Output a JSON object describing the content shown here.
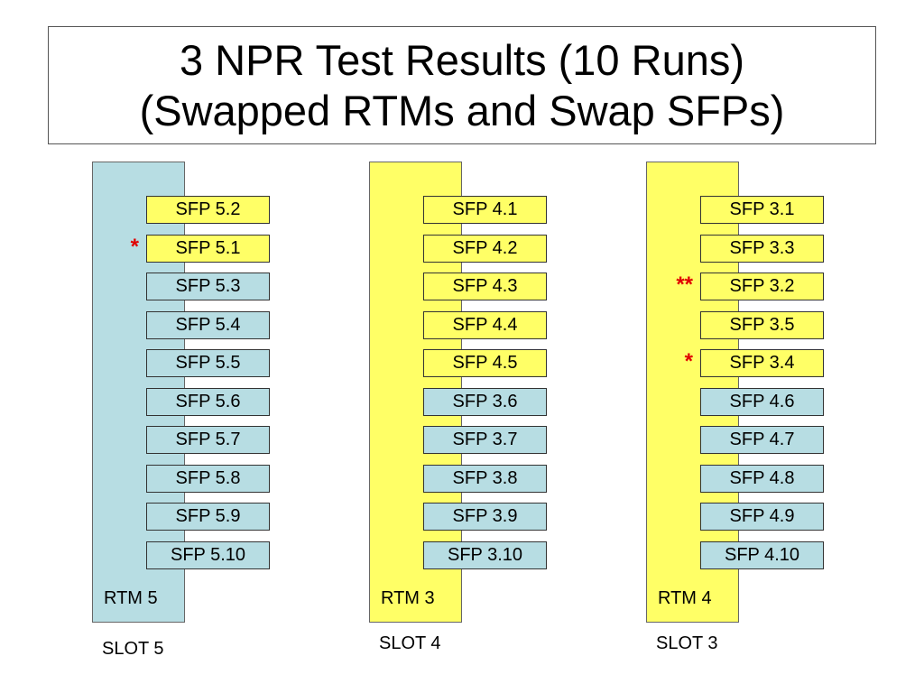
{
  "title": {
    "line1": "3 NPR Test Results (10 Runs)",
    "line2": "(Swapped RTMs and Swap SFPs)"
  },
  "colors": {
    "blue": "#b7dde3",
    "yellow": "#ffff66"
  },
  "modules": [
    {
      "rtm_label": "RTM 5",
      "rtm_color": "blue",
      "slot_label": "SLOT 5",
      "sfps": [
        {
          "label": "SFP 5.2",
          "color": "yellow",
          "mark": ""
        },
        {
          "label": "SFP 5.1",
          "color": "yellow",
          "mark": "*"
        },
        {
          "label": "SFP 5.3",
          "color": "blue",
          "mark": ""
        },
        {
          "label": "SFP 5.4",
          "color": "blue",
          "mark": ""
        },
        {
          "label": "SFP 5.5",
          "color": "blue",
          "mark": ""
        },
        {
          "label": "SFP 5.6",
          "color": "blue",
          "mark": ""
        },
        {
          "label": "SFP 5.7",
          "color": "blue",
          "mark": ""
        },
        {
          "label": "SFP 5.8",
          "color": "blue",
          "mark": ""
        },
        {
          "label": "SFP 5.9",
          "color": "blue",
          "mark": ""
        },
        {
          "label": "SFP 5.10",
          "color": "blue",
          "mark": ""
        }
      ]
    },
    {
      "rtm_label": "RTM 3",
      "rtm_color": "yellow",
      "slot_label": "SLOT 4",
      "sfps": [
        {
          "label": "SFP 4.1",
          "color": "yellow",
          "mark": ""
        },
        {
          "label": "SFP 4.2",
          "color": "yellow",
          "mark": ""
        },
        {
          "label": "SFP 4.3",
          "color": "yellow",
          "mark": ""
        },
        {
          "label": "SFP 4.4",
          "color": "yellow",
          "mark": ""
        },
        {
          "label": "SFP 4.5",
          "color": "yellow",
          "mark": ""
        },
        {
          "label": "SFP 3.6",
          "color": "blue",
          "mark": ""
        },
        {
          "label": "SFP 3.7",
          "color": "blue",
          "mark": ""
        },
        {
          "label": "SFP 3.8",
          "color": "blue",
          "mark": ""
        },
        {
          "label": "SFP 3.9",
          "color": "blue",
          "mark": ""
        },
        {
          "label": "SFP 3.10",
          "color": "blue",
          "mark": ""
        }
      ]
    },
    {
      "rtm_label": "RTM 4",
      "rtm_color": "yellow",
      "slot_label": "SLOT 3",
      "sfps": [
        {
          "label": "SFP 3.1",
          "color": "yellow",
          "mark": ""
        },
        {
          "label": "SFP 3.3",
          "color": "yellow",
          "mark": ""
        },
        {
          "label": "SFP 3.2",
          "color": "yellow",
          "mark": "**"
        },
        {
          "label": "SFP 3.5",
          "color": "yellow",
          "mark": ""
        },
        {
          "label": "SFP 3.4",
          "color": "yellow",
          "mark": "*"
        },
        {
          "label": "SFP 4.6",
          "color": "blue",
          "mark": ""
        },
        {
          "label": "SFP 4.7",
          "color": "blue",
          "mark": ""
        },
        {
          "label": "SFP 4.8",
          "color": "blue",
          "mark": ""
        },
        {
          "label": "SFP 4.9",
          "color": "blue",
          "mark": ""
        },
        {
          "label": "SFP 4.10",
          "color": "blue",
          "mark": ""
        }
      ]
    }
  ]
}
